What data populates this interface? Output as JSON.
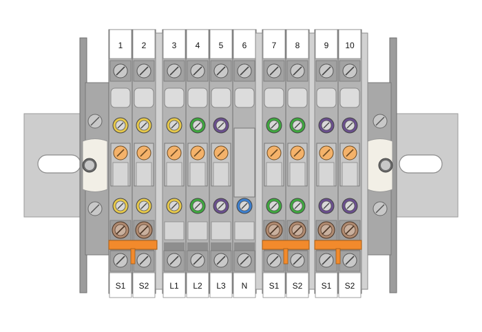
{
  "top_labels": [
    "1",
    "2",
    "3",
    "4",
    "5",
    "6",
    "7",
    "8",
    "9",
    "10"
  ],
  "bottom_labels": [
    "S1",
    "S2",
    "L1",
    "L2",
    "L3",
    "N",
    "S1",
    "S2",
    "S1",
    "S2"
  ],
  "colors": {
    "rail": "#cdcdcd",
    "block": "#b4b4b4",
    "block_dark": "#8e8e8e",
    "separator": "#d2d2d2",
    "label_face": "#ffffff",
    "screw": "#c9c9c9",
    "cap": "#dcdcdc",
    "ring_yellow": "#e6c84a",
    "ring_green": "#3fa83f",
    "ring_purple": "#6a4f8e",
    "ring_blue": "#3c7fce",
    "fuse": "#f4b26a",
    "bridge": "#f28a2c",
    "bridge_screw": "#b08a70",
    "clip": "#f2efe6"
  }
}
